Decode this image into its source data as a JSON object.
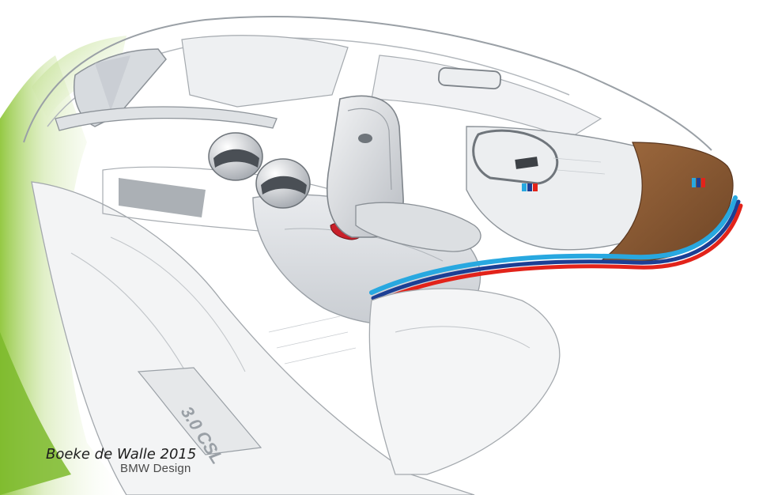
{
  "credit": {
    "signature_text": "Boeke de Walle 2015",
    "studio": "BMW Design"
  },
  "artwork": {
    "subject": "BMW 3.0 CSL Hommage concept interior sketch",
    "badge_text": "3.0 CSL",
    "accent_colors": {
      "green_glow": "#8fc63a",
      "wood_trim": "#8a5a35",
      "m_stripe_light_blue": "#28a8e0",
      "m_stripe_dark_blue": "#1c3f94",
      "m_stripe_red": "#e2231a"
    }
  }
}
